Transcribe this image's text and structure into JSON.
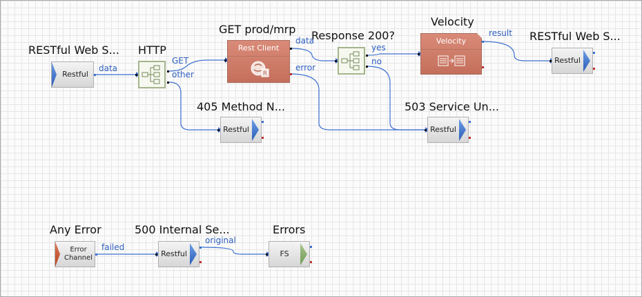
{
  "nodes": {
    "restful_in": {
      "title": "RESTful Web S...",
      "label": "Restful"
    },
    "http_router": {
      "title": "HTTP"
    },
    "get_prod": {
      "title": "GET prod/mrp",
      "header": "Rest Client",
      "badge": "R"
    },
    "response_router": {
      "title": "Response 200?"
    },
    "velocity": {
      "title": "Velocity",
      "header": "Velocity"
    },
    "restful_out": {
      "title": "RESTful Web S...",
      "label": "Restful"
    },
    "method_405": {
      "title": "405 Method N...",
      "label": "Restful"
    },
    "service_503": {
      "title": "503 Service Un...",
      "label": "Restful"
    },
    "any_error": {
      "title": "Any Error",
      "label": "Error Channel"
    },
    "internal_500": {
      "title": "500 Internal Se...",
      "label": "Restful"
    },
    "errors": {
      "title": "Errors",
      "label": "FS"
    }
  },
  "edges": {
    "data_1": "data",
    "get": "GET",
    "other": "other",
    "data_2": "data",
    "error": "error",
    "yes": "yes",
    "no": "no",
    "result": "result",
    "failed": "failed",
    "original": "original"
  },
  "colors": {
    "wire": "#3d6fd1",
    "processor": "#c46f5c",
    "router_border": "#a4b48a",
    "error_port": "#c0302c"
  }
}
